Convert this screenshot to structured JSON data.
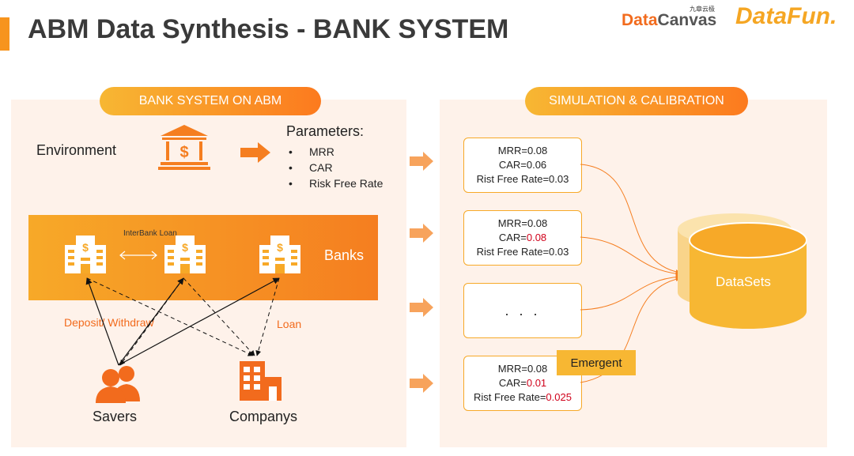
{
  "header": {
    "title": "ABM Data Synthesis - BANK SYSTEM",
    "logo_datacanvas_part1": "Data",
    "logo_datacanvas_part2": "Canvas",
    "logo_datacanvas_cn": "九章云极",
    "logo_datafun": "DataFun."
  },
  "left_panel": {
    "pill": "BANK SYSTEM ON ABM",
    "environment_label": "Environment",
    "parameters_title": "Parameters:",
    "parameters": [
      "MRR",
      "CAR",
      "Risk Free Rate"
    ],
    "banks_label": "Banks",
    "interbank_label": "InterBank  Loan",
    "deposit_label": "Deposit/ Withdraw",
    "loan_label": "Loan",
    "savers_label": "Savers",
    "companys_label": "Companys"
  },
  "right_panel": {
    "pill": "SIMULATION & CALIBRATION",
    "boxes": [
      {
        "line1": "MRR=0.08",
        "car_prefix": "CAR=",
        "car_value": "0.06",
        "rate_prefix": "Rist Free Rate=",
        "rate_value": "0.03"
      },
      {
        "line1": "MRR=0.08",
        "car_prefix": "CAR=",
        "car_value": "0.08",
        "rate_prefix": "Rist Free Rate=",
        "rate_value": "0.03"
      },
      {
        "ellipsis": ". . ."
      },
      {
        "line1": "MRR=0.08",
        "car_prefix": "CAR=",
        "car_value": "0.01",
        "rate_prefix": "Rist Free Rate=",
        "rate_value": "0.025"
      }
    ],
    "emergent_label": "Emergent",
    "datasets_label": "DataSets"
  },
  "colors": {
    "accent_orange": "#f57e20",
    "accent_yellow": "#f7b733",
    "panel_bg": "#fef2ea",
    "highlight_red": "#d0021b"
  }
}
